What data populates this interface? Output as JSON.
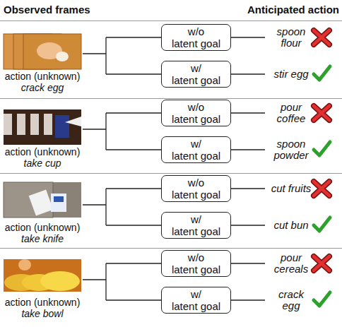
{
  "diagram": {
    "nodes": [
      {
        "text": [
          "w/o latent goal"
        ]
      },
      {
        "text": [
          "w/ latent goal"
        ]
      },
      {
        "text": [
          "w/o latent goal"
        ]
      },
      {
        "text": [
          "w/ latent goal"
        ]
      },
      {
        "text": [
          "w/o latent goal"
        ]
      },
      {
        "text": [
          "w/ latent goal"
        ]
      },
      {
        "text": [
          "w/o latent goal"
        ]
      },
      {
        "text": [
          "w/ latent goal"
        ]
      }
    ],
    "labels": [
      "Observed frames",
      "Anticipated action",
      "action (unknown)",
      "crack egg",
      "spoon flour",
      "stir egg",
      "action (unknown)",
      "take cup",
      "pour coffee",
      "spoon powder",
      "action (unknown)",
      "take knife",
      "cut fruits",
      "cut bun",
      "action (unknown)",
      "take bowl",
      "pour cereals",
      "crack egg"
    ]
  }
}
